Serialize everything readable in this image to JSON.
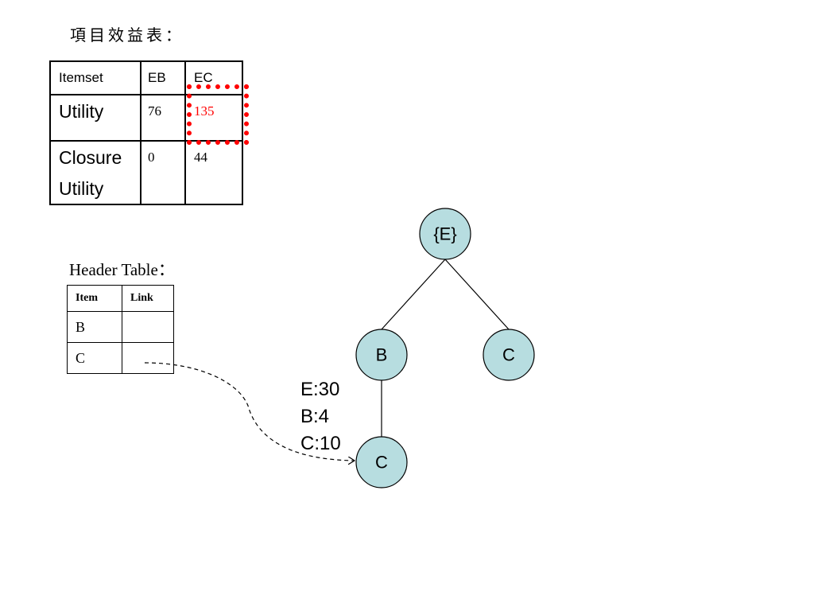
{
  "benefit": {
    "title": "項目效益表：",
    "headers": [
      "Itemset",
      "EB",
      "EC"
    ],
    "rows": [
      {
        "label": "Utility",
        "eb": "76",
        "ec": "135"
      },
      {
        "label_line1": "Closure",
        "label_line2": "Utility",
        "eb": "0",
        "ec": "44"
      }
    ],
    "highlight_color": "#ff0000"
  },
  "header_table": {
    "title": "Header Table：",
    "headers": [
      "Item",
      "Link"
    ],
    "items": [
      "B",
      "C"
    ]
  },
  "tree": {
    "node_fill": "#b7dde0",
    "nodes": {
      "root": "{E}",
      "b": "B",
      "c_right": "C",
      "c_bottom": "C"
    },
    "counts": [
      "E:30",
      "B:4",
      "C:10"
    ]
  }
}
